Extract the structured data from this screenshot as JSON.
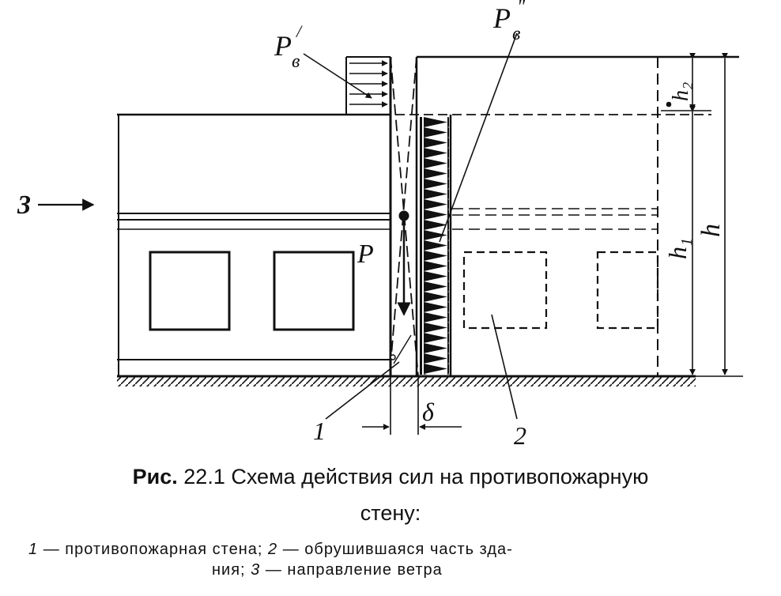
{
  "figure": {
    "labels": {
      "pv1": "P",
      "pv1_sub": "в",
      "pv1_mark": "/",
      "pv2": "P",
      "pv2_sub": "в",
      "pv2_mark": "\"",
      "p": "P",
      "wind": "3",
      "wall": "1",
      "collapsed": "2",
      "delta": "δ",
      "h": "h",
      "h1": "h",
      "h1_sub": "1",
      "h2": "h",
      "h2_sub": "2"
    }
  },
  "caption": {
    "prefix": "Рис.",
    "number": "22.1",
    "text_line1": "Схема действия сил на противопожарную",
    "text_line2": "стену:"
  },
  "legend": {
    "n1": "1",
    "t1": "— противопожарная стена;",
    "n2": "2",
    "t2": "— обрушившаяся часть зда-",
    "t2b": "ния;",
    "n3": "3",
    "t3": "— направление ветра"
  }
}
